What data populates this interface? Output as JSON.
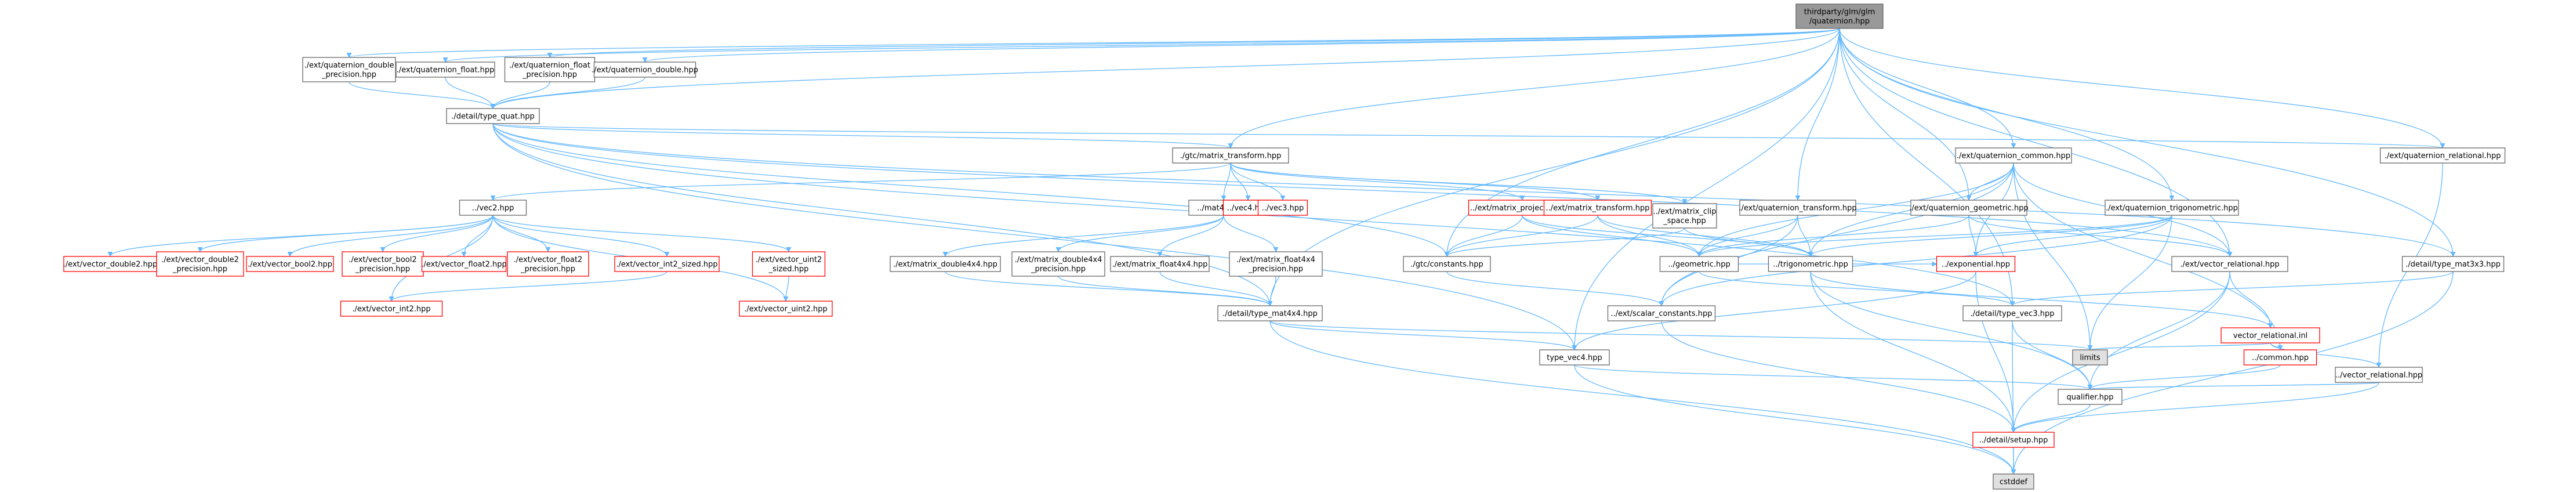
{
  "colors": {
    "edge": "#63b8ff",
    "node_border_normal": "#666666",
    "node_border_missing": "#ff0000",
    "node_fill_root": "#999999",
    "node_fill_external": "#e0e0e0",
    "node_fill_normal": "#ffffff"
  },
  "nodes": [
    {
      "id": "root",
      "label": [
        "thirdparty/glm/glm",
        "/quaternion.hpp"
      ],
      "style": "root"
    },
    {
      "id": "qdprec",
      "label": [
        "./ext/quaternion_double",
        "_precision.hpp"
      ],
      "style": "normal"
    },
    {
      "id": "qfloat",
      "label": [
        "./ext/quaternion_float.hpp"
      ],
      "style": "normal"
    },
    {
      "id": "qfprec",
      "label": [
        "./ext/quaternion_float",
        "_precision.hpp"
      ],
      "style": "normal"
    },
    {
      "id": "qdouble",
      "label": [
        "./ext/quaternion_double.hpp"
      ],
      "style": "normal"
    },
    {
      "id": "tquat",
      "label": [
        "./detail/type_quat.hpp"
      ],
      "style": "normal"
    },
    {
      "id": "gtcmt",
      "label": [
        "./gtc/matrix_transform.hpp"
      ],
      "style": "normal"
    },
    {
      "id": "qcommon",
      "label": [
        "./ext/quaternion_common.hpp"
      ],
      "style": "normal"
    },
    {
      "id": "qrel",
      "label": [
        "./ext/quaternion_relational.hpp"
      ],
      "style": "normal"
    },
    {
      "id": "vec2",
      "label": [
        "../vec2.hpp"
      ],
      "style": "normal"
    },
    {
      "id": "mat4x4",
      "label": [
        "../mat4x4.hpp"
      ],
      "style": "normal"
    },
    {
      "id": "vec4",
      "label": [
        "../vec4.hpp"
      ],
      "style": "missing"
    },
    {
      "id": "vec3",
      "label": [
        "../vec3.hpp"
      ],
      "style": "missing"
    },
    {
      "id": "mproj",
      "label": [
        "../ext/matrix_projection.hpp"
      ],
      "style": "missing"
    },
    {
      "id": "mtrans",
      "label": [
        "../ext/matrix_transform.hpp"
      ],
      "style": "missing"
    },
    {
      "id": "mclip",
      "label": [
        "../ext/matrix_clip",
        "_space.hpp"
      ],
      "style": "normal"
    },
    {
      "id": "qtrans",
      "label": [
        "./ext/quaternion_transform.hpp"
      ],
      "style": "normal"
    },
    {
      "id": "qgeom",
      "label": [
        "./ext/quaternion_geometric.hpp"
      ],
      "style": "normal"
    },
    {
      "id": "qtrig",
      "label": [
        "./ext/quaternion_trigonometric.hpp"
      ],
      "style": "normal"
    },
    {
      "id": "vd2",
      "label": [
        "./ext/vector_double2.hpp"
      ],
      "style": "missing"
    },
    {
      "id": "vd2p",
      "label": [
        "./ext/vector_double2",
        "_precision.hpp"
      ],
      "style": "missing"
    },
    {
      "id": "vb2",
      "label": [
        "./ext/vector_bool2.hpp"
      ],
      "style": "missing"
    },
    {
      "id": "vb2p",
      "label": [
        "./ext/vector_bool2",
        "_precision.hpp"
      ],
      "style": "missing"
    },
    {
      "id": "vf2",
      "label": [
        "./ext/vector_float2.hpp"
      ],
      "style": "missing"
    },
    {
      "id": "vf2p",
      "label": [
        "./ext/vector_float2",
        "_precision.hpp"
      ],
      "style": "missing"
    },
    {
      "id": "vi2s",
      "label": [
        "./ext/vector_int2_sized.hpp"
      ],
      "style": "missing"
    },
    {
      "id": "vu2s",
      "label": [
        "./ext/vector_uint2",
        "_sized.hpp"
      ],
      "style": "missing"
    },
    {
      "id": "vi2",
      "label": [
        "./ext/vector_int2.hpp"
      ],
      "style": "missing"
    },
    {
      "id": "vu2",
      "label": [
        "./ext/vector_uint2.hpp"
      ],
      "style": "missing"
    },
    {
      "id": "md44",
      "label": [
        "./ext/matrix_double4x4.hpp"
      ],
      "style": "normal"
    },
    {
      "id": "md44p",
      "label": [
        "./ext/matrix_double4x4",
        "_precision.hpp"
      ],
      "style": "normal"
    },
    {
      "id": "mf44",
      "label": [
        "./ext/matrix_float4x4.hpp"
      ],
      "style": "normal"
    },
    {
      "id": "mf44p",
      "label": [
        "./ext/matrix_float4x4",
        "_precision.hpp"
      ],
      "style": "normal"
    },
    {
      "id": "gtcconst",
      "label": [
        "./gtc/constants.hpp"
      ],
      "style": "normal"
    },
    {
      "id": "geometric",
      "label": [
        "../geometric.hpp"
      ],
      "style": "normal"
    },
    {
      "id": "trig",
      "label": [
        "../trigonometric.hpp"
      ],
      "style": "normal"
    },
    {
      "id": "expo",
      "label": [
        "../exponential.hpp"
      ],
      "style": "missing"
    },
    {
      "id": "vrel",
      "label": [
        "./ext/vector_relational.hpp"
      ],
      "style": "normal"
    },
    {
      "id": "tmat3",
      "label": [
        "./detail/type_mat3x3.hpp"
      ],
      "style": "normal"
    },
    {
      "id": "tmat4",
      "label": [
        "./detail/type_mat4x4.hpp"
      ],
      "style": "normal"
    },
    {
      "id": "scalc",
      "label": [
        "../ext/scalar_constants.hpp"
      ],
      "style": "normal"
    },
    {
      "id": "tvec3",
      "label": [
        "./detail/type_vec3.hpp"
      ],
      "style": "normal"
    },
    {
      "id": "vreli",
      "label": [
        "vector_relational.inl"
      ],
      "style": "missing"
    },
    {
      "id": "limits",
      "label": [
        "limits"
      ],
      "style": "external"
    },
    {
      "id": "tvec4",
      "label": [
        "type_vec4.hpp"
      ],
      "style": "normal"
    },
    {
      "id": "common",
      "label": [
        "../common.hpp"
      ],
      "style": "missing"
    },
    {
      "id": "vrelh",
      "label": [
        "../vector_relational.hpp"
      ],
      "style": "normal"
    },
    {
      "id": "qualifier",
      "label": [
        "qualifier.hpp"
      ],
      "style": "normal"
    },
    {
      "id": "setup",
      "label": [
        "../detail/setup.hpp"
      ],
      "style": "missing"
    },
    {
      "id": "cstddef",
      "label": [
        "cstddef"
      ],
      "style": "external"
    }
  ],
  "edges": [
    [
      "root",
      "qdprec"
    ],
    [
      "root",
      "qfloat"
    ],
    [
      "root",
      "qfprec"
    ],
    [
      "root",
      "qdouble"
    ],
    [
      "root",
      "tquat"
    ],
    [
      "root",
      "gtcmt"
    ],
    [
      "root",
      "qcommon"
    ],
    [
      "root",
      "qrel"
    ],
    [
      "root",
      "qtrans"
    ],
    [
      "root",
      "qgeom"
    ],
    [
      "root",
      "qtrig"
    ],
    [
      "root",
      "vrel"
    ],
    [
      "root",
      "tvec3"
    ],
    [
      "root",
      "tmat4"
    ],
    [
      "root",
      "tvec4"
    ],
    [
      "root",
      "gtcconst"
    ],
    [
      "root",
      "tmat3"
    ],
    [
      "qdprec",
      "tquat"
    ],
    [
      "qfloat",
      "tquat"
    ],
    [
      "qfprec",
      "tquat"
    ],
    [
      "qdouble",
      "tquat"
    ],
    [
      "tquat",
      "gtcmt"
    ],
    [
      "tquat",
      "qrel"
    ],
    [
      "tquat",
      "tmat3"
    ],
    [
      "tquat",
      "tmat4"
    ],
    [
      "tquat",
      "tvec3"
    ],
    [
      "tquat",
      "tvec4"
    ],
    [
      "tquat",
      "gtcconst"
    ],
    [
      "tquat",
      "vrel"
    ],
    [
      "gtcmt",
      "vec2"
    ],
    [
      "gtcmt",
      "mat4x4"
    ],
    [
      "gtcmt",
      "vec4"
    ],
    [
      "gtcmt",
      "vec3"
    ],
    [
      "gtcmt",
      "mproj"
    ],
    [
      "gtcmt",
      "mtrans"
    ],
    [
      "gtcmt",
      "mclip"
    ],
    [
      "vec2",
      "vd2"
    ],
    [
      "vec2",
      "vd2p"
    ],
    [
      "vec2",
      "vb2"
    ],
    [
      "vec2",
      "vb2p"
    ],
    [
      "vec2",
      "vf2"
    ],
    [
      "vec2",
      "vf2p"
    ],
    [
      "vec2",
      "vi2s"
    ],
    [
      "vec2",
      "vu2s"
    ],
    [
      "vec2",
      "vi2"
    ],
    [
      "vec2",
      "vu2"
    ],
    [
      "vi2s",
      "vi2"
    ],
    [
      "vu2s",
      "vu2"
    ],
    [
      "mat4x4",
      "md44"
    ],
    [
      "mat4x4",
      "md44p"
    ],
    [
      "mat4x4",
      "mf44"
    ],
    [
      "mat4x4",
      "mf44p"
    ],
    [
      "md44",
      "tmat4"
    ],
    [
      "md44p",
      "tmat4"
    ],
    [
      "mf44",
      "tmat4"
    ],
    [
      "mf44p",
      "tmat4"
    ],
    [
      "mproj",
      "gtcconst"
    ],
    [
      "mproj",
      "geometric"
    ],
    [
      "mproj",
      "trig"
    ],
    [
      "mtrans",
      "gtcconst"
    ],
    [
      "mtrans",
      "geometric"
    ],
    [
      "mtrans",
      "trig"
    ],
    [
      "mclip",
      "gtcconst"
    ],
    [
      "mclip",
      "trig"
    ],
    [
      "qcommon",
      "qgeom"
    ],
    [
      "qcommon",
      "geometric"
    ],
    [
      "qcommon",
      "expo"
    ],
    [
      "qcommon",
      "common"
    ],
    [
      "qcommon",
      "scalc"
    ],
    [
      "qcommon",
      "vrel"
    ],
    [
      "qcommon",
      "limits"
    ],
    [
      "qcommon",
      "trig"
    ],
    [
      "qtrans",
      "geometric"
    ],
    [
      "qtrans",
      "trig"
    ],
    [
      "qtrans",
      "scalc"
    ],
    [
      "qgeom",
      "geometric"
    ],
    [
      "qgeom",
      "expo"
    ],
    [
      "qgeom",
      "vrel"
    ],
    [
      "qtrig",
      "geometric"
    ],
    [
      "qtrig",
      "trig"
    ],
    [
      "qtrig",
      "expo"
    ],
    [
      "qtrig",
      "scalc"
    ],
    [
      "qtrig",
      "limits"
    ],
    [
      "qrel",
      "vrelh"
    ],
    [
      "gtcconst",
      "scalc"
    ],
    [
      "geometric",
      "tvec3"
    ],
    [
      "geometric",
      "expo"
    ],
    [
      "trig",
      "setup"
    ],
    [
      "trig",
      "vreli"
    ],
    [
      "trig",
      "qualifier"
    ],
    [
      "expo",
      "tvec4"
    ],
    [
      "expo",
      "setup"
    ],
    [
      "vrel",
      "qualifier"
    ],
    [
      "vrel",
      "setup"
    ],
    [
      "vrel",
      "vreli"
    ],
    [
      "tmat3",
      "tvec3"
    ],
    [
      "tmat3",
      "cstddef"
    ],
    [
      "tmat4",
      "tvec4"
    ],
    [
      "tmat4",
      "limits"
    ],
    [
      "tmat4",
      "cstddef"
    ],
    [
      "scalc",
      "setup"
    ],
    [
      "tvec3",
      "qualifier"
    ],
    [
      "tvec3",
      "cstddef"
    ],
    [
      "vreli",
      "common"
    ],
    [
      "vreli",
      "vrelh"
    ],
    [
      "vreli",
      "limits"
    ],
    [
      "tvec4",
      "qualifier"
    ],
    [
      "tvec4",
      "cstddef"
    ],
    [
      "common",
      "qualifier"
    ],
    [
      "vrelh",
      "qualifier"
    ],
    [
      "vrelh",
      "setup"
    ],
    [
      "qualifier",
      "setup"
    ],
    [
      "setup",
      "cstddef"
    ]
  ]
}
